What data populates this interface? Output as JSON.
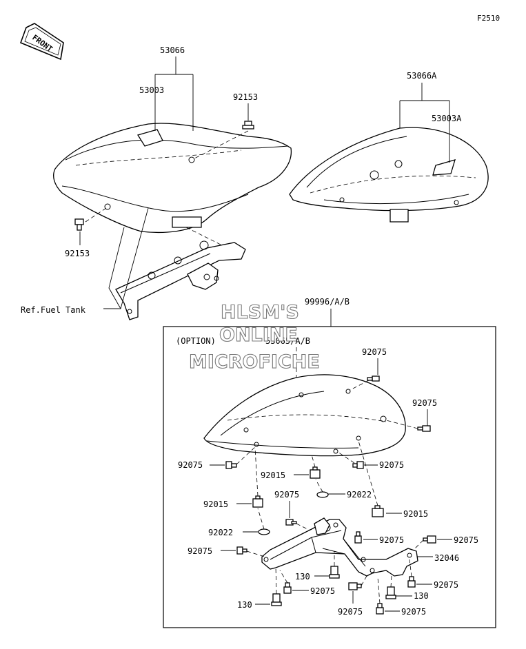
{
  "sheet": {
    "figure_id": "F2510",
    "front_label": "FRONT"
  },
  "watermark": {
    "line1": "HLSM'S",
    "line2": "ONLINE",
    "line3": "MICROFICHE"
  },
  "reference": {
    "fuel_tank": "Ref.Fuel Tank"
  },
  "option_box": {
    "title": "(OPTION)"
  },
  "parts": {
    "seat_assy": "53066",
    "seat_upper": "53003",
    "seat_bolt_a": "92153",
    "seat_bolt_b": "92153",
    "rear_seat_assy": "53066A",
    "rear_seat_upper": "53003A",
    "option_kit": "99996/A/B",
    "cowl": "53065/A/B",
    "bolt_92075_a": "92075",
    "bolt_92075_b": "92075",
    "bolt_92075_c": "92075",
    "bolt_92075_d": "92075",
    "bolt_92075_e": "92075",
    "bolt_92075_f": "92075",
    "bolt_92075_g": "92075",
    "bolt_92075_h": "92075",
    "bolt_92075_i": "92075",
    "bolt_92075_j": "92075",
    "bolt_92075_k": "92075",
    "bolt_92075_l": "92075",
    "nut_92015_a": "92015",
    "nut_92015_b": "92015",
    "nut_92015_c": "92015",
    "washer_92022_a": "92022",
    "washer_92022_b": "92022",
    "bolt_130_a": "130",
    "bolt_130_b": "130",
    "bolt_130_c": "130",
    "bracket": "32046"
  }
}
